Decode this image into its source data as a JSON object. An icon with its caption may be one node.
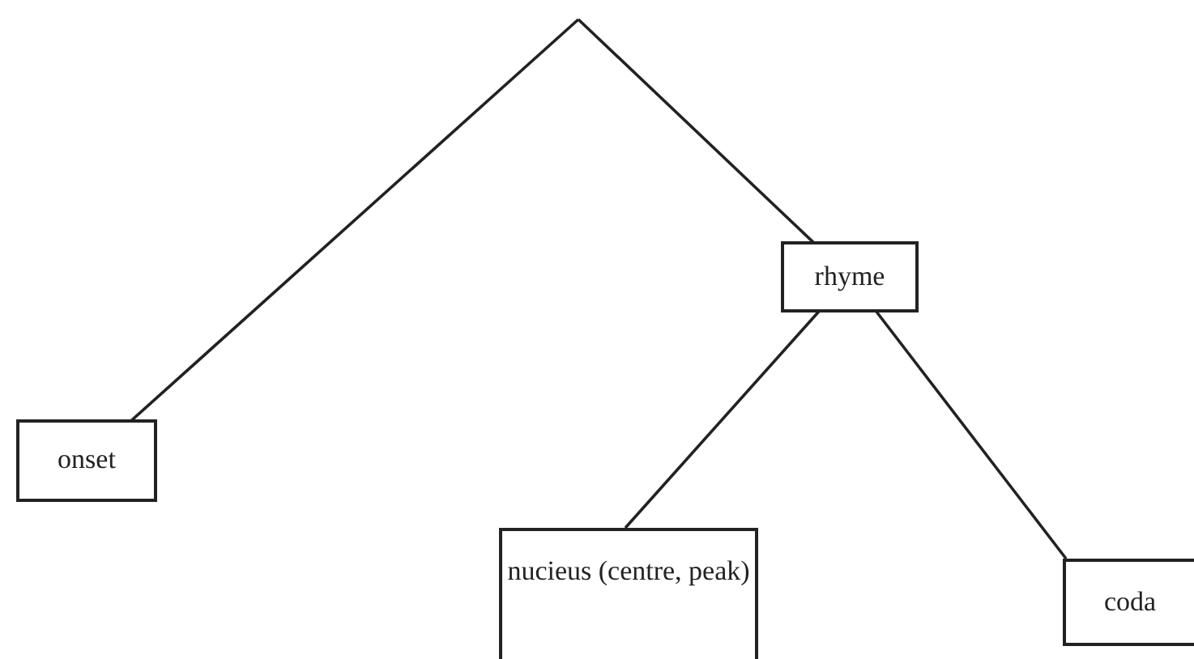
{
  "diagram": {
    "nodes": [
      {
        "text": [
          "onset"
        ]
      },
      {
        "text": [
          "rhyme"
        ]
      },
      {
        "text": [
          "nucieus (centre, peak)"
        ]
      },
      {
        "text": [
          "coda"
        ]
      }
    ],
    "edges": [
      {
        "from": null,
        "to": 0,
        "arrow": "none"
      },
      {
        "from": null,
        "to": 1,
        "arrow": "none"
      },
      {
        "from": 1,
        "to": 2,
        "arrow": "none"
      },
      {
        "from": 1,
        "to": 3,
        "arrow": "none"
      }
    ]
  }
}
